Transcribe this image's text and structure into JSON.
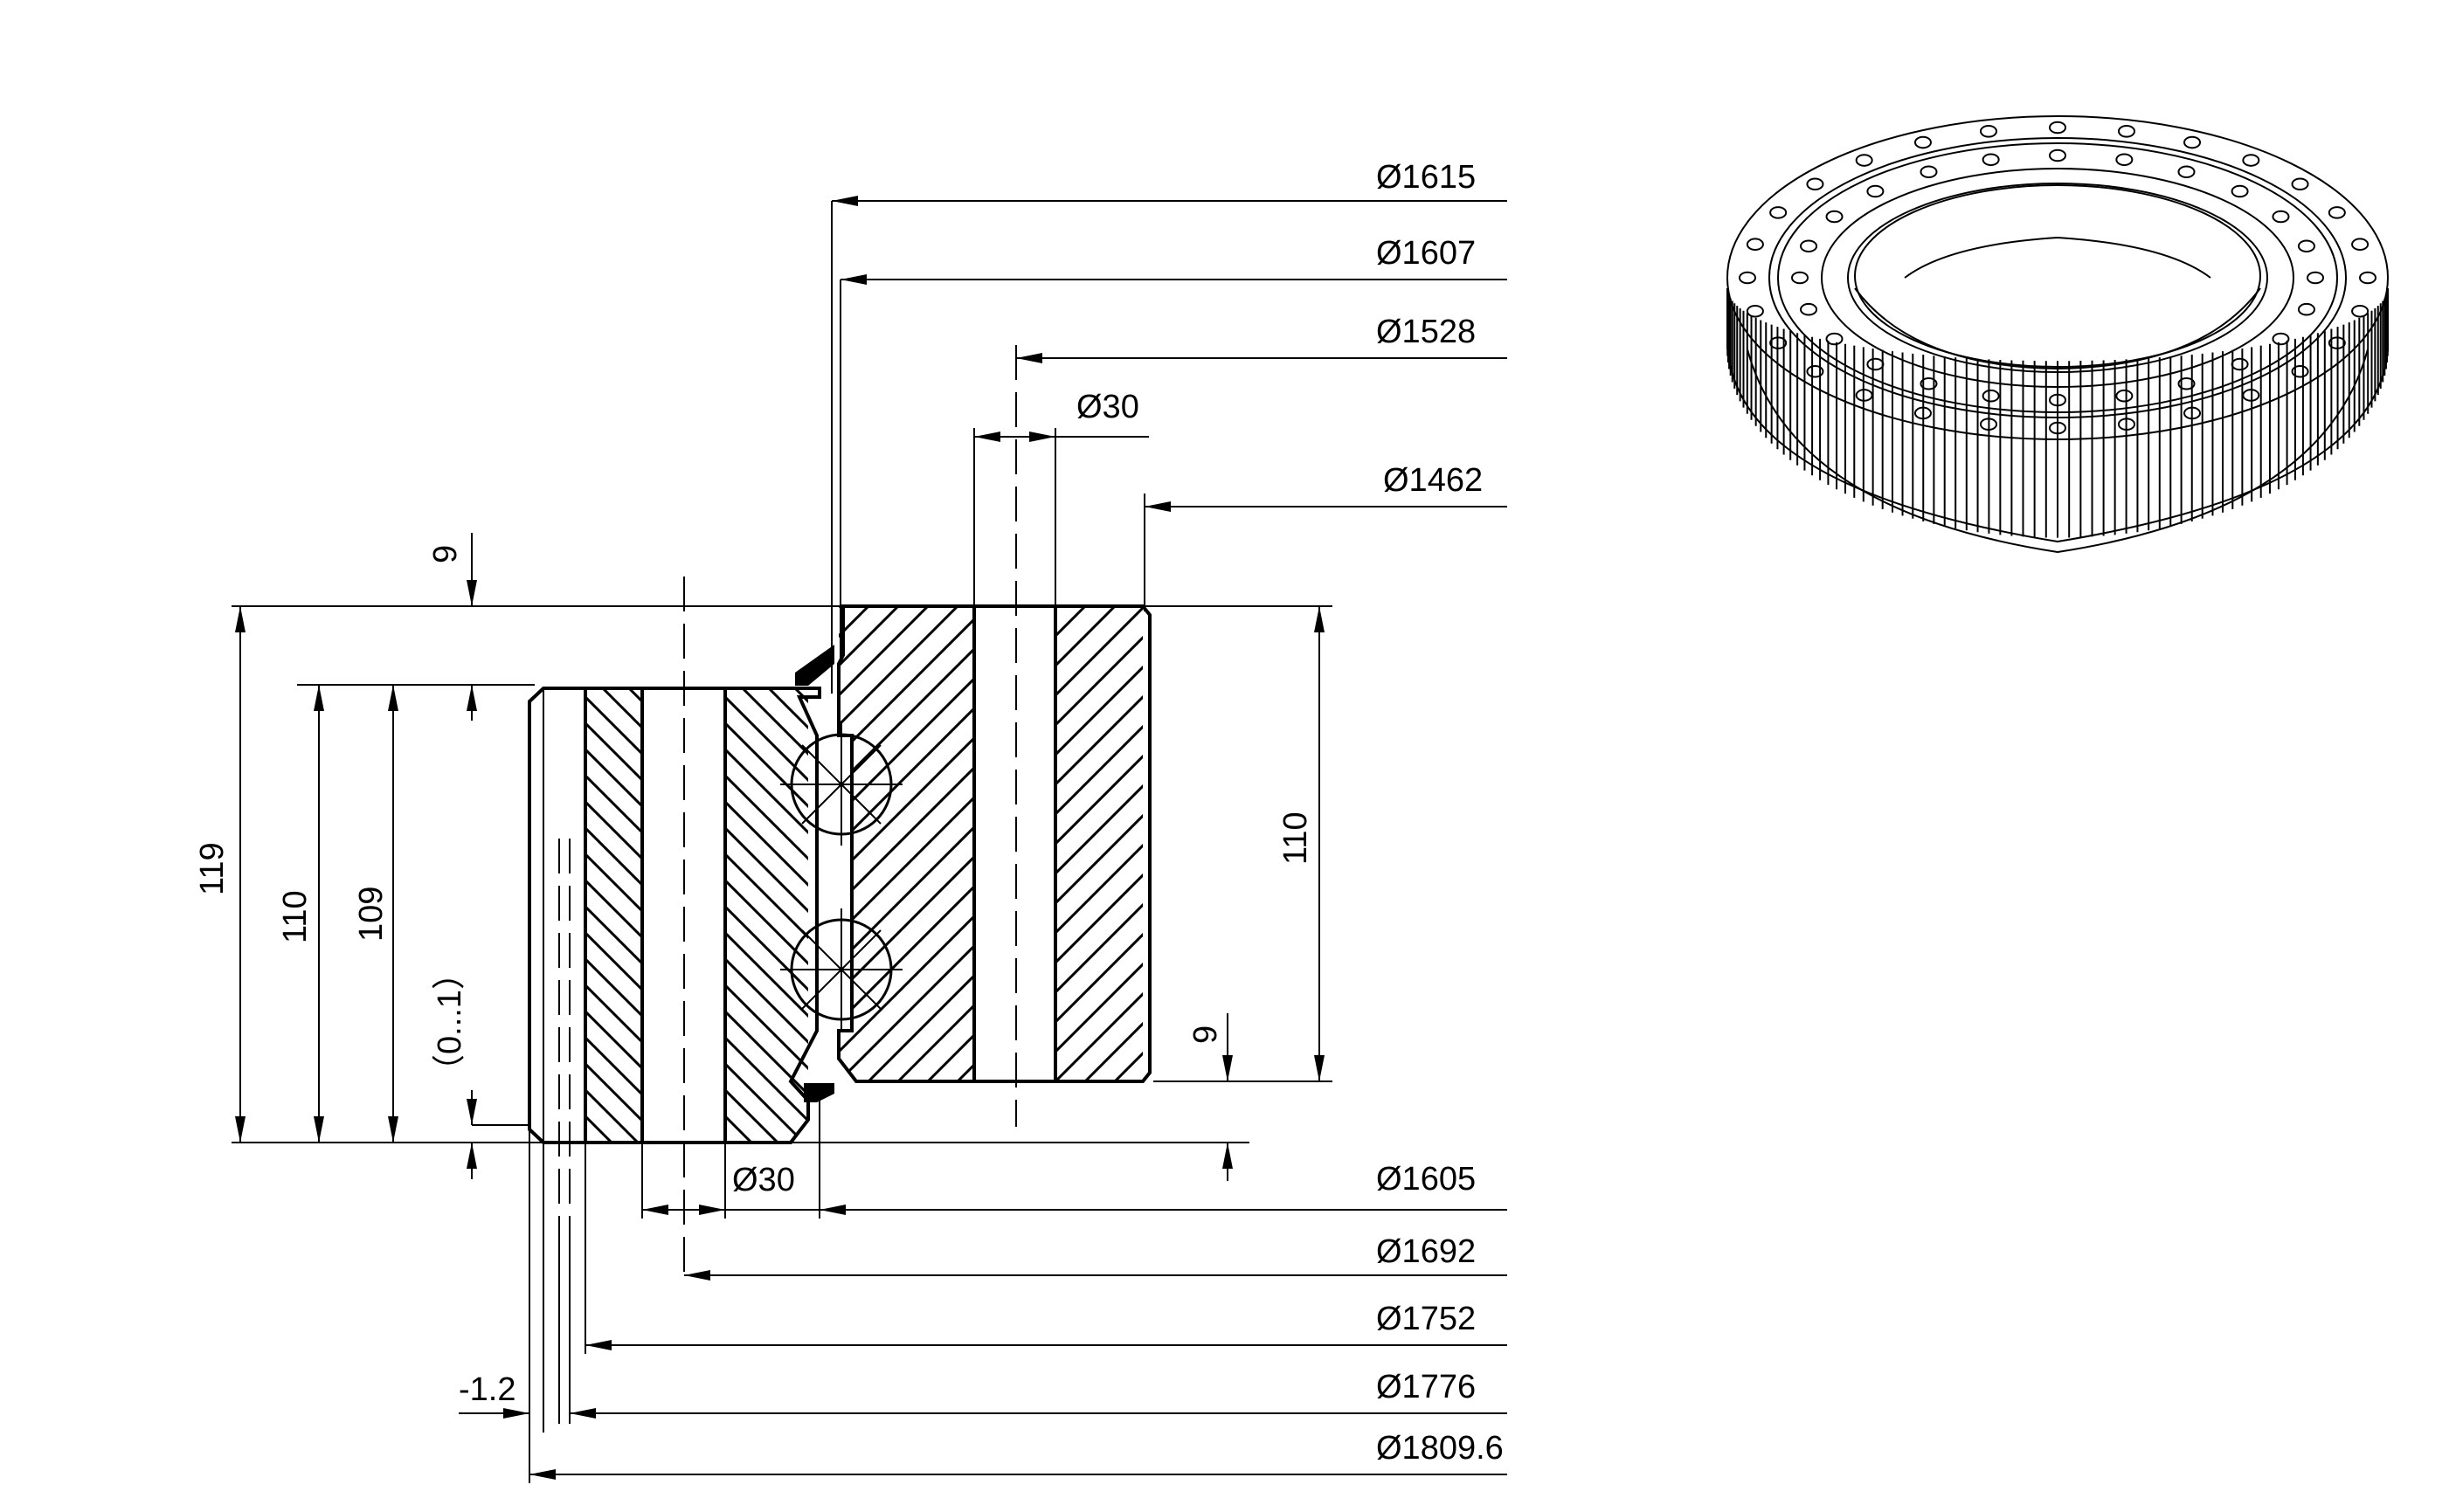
{
  "dimensions": {
    "d1615": "Ø1615",
    "d1607": "Ø1607",
    "d1528": "Ø1528",
    "d30_top": "Ø30",
    "d1462": "Ø1462",
    "d30_bottom": "Ø30",
    "d1605": "Ø1605",
    "d1692": "Ø1692",
    "d1752": "Ø1752",
    "d1776": "Ø1776",
    "d1809": "Ø1809.6",
    "h119": "119",
    "h110_left": "110",
    "h109": "109",
    "h110_right": "110",
    "gap_top": "9",
    "gap_bottom": "9",
    "clearance": "（0...1）",
    "offset": "-1.2"
  },
  "colors": {
    "line": "#000000",
    "background": "#ffffff"
  },
  "illustration": {
    "type": "isometric-gear-ring",
    "icon": "slewing-ring-3d-icon"
  }
}
